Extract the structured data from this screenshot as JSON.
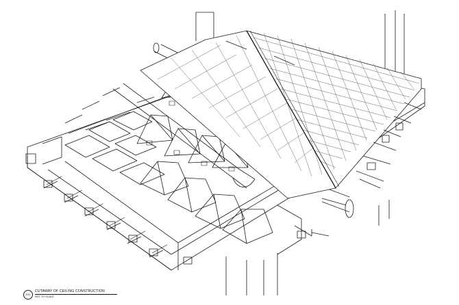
{
  "title_block": {
    "view_number": "3/11",
    "title": "CUTAWAY OF CEILING CONSTRUCTION",
    "scale_note": "NOT TO SCALE"
  },
  "colors": {
    "line": "#1a1a1a",
    "paper": "#ffffff",
    "grid": "#555555"
  }
}
